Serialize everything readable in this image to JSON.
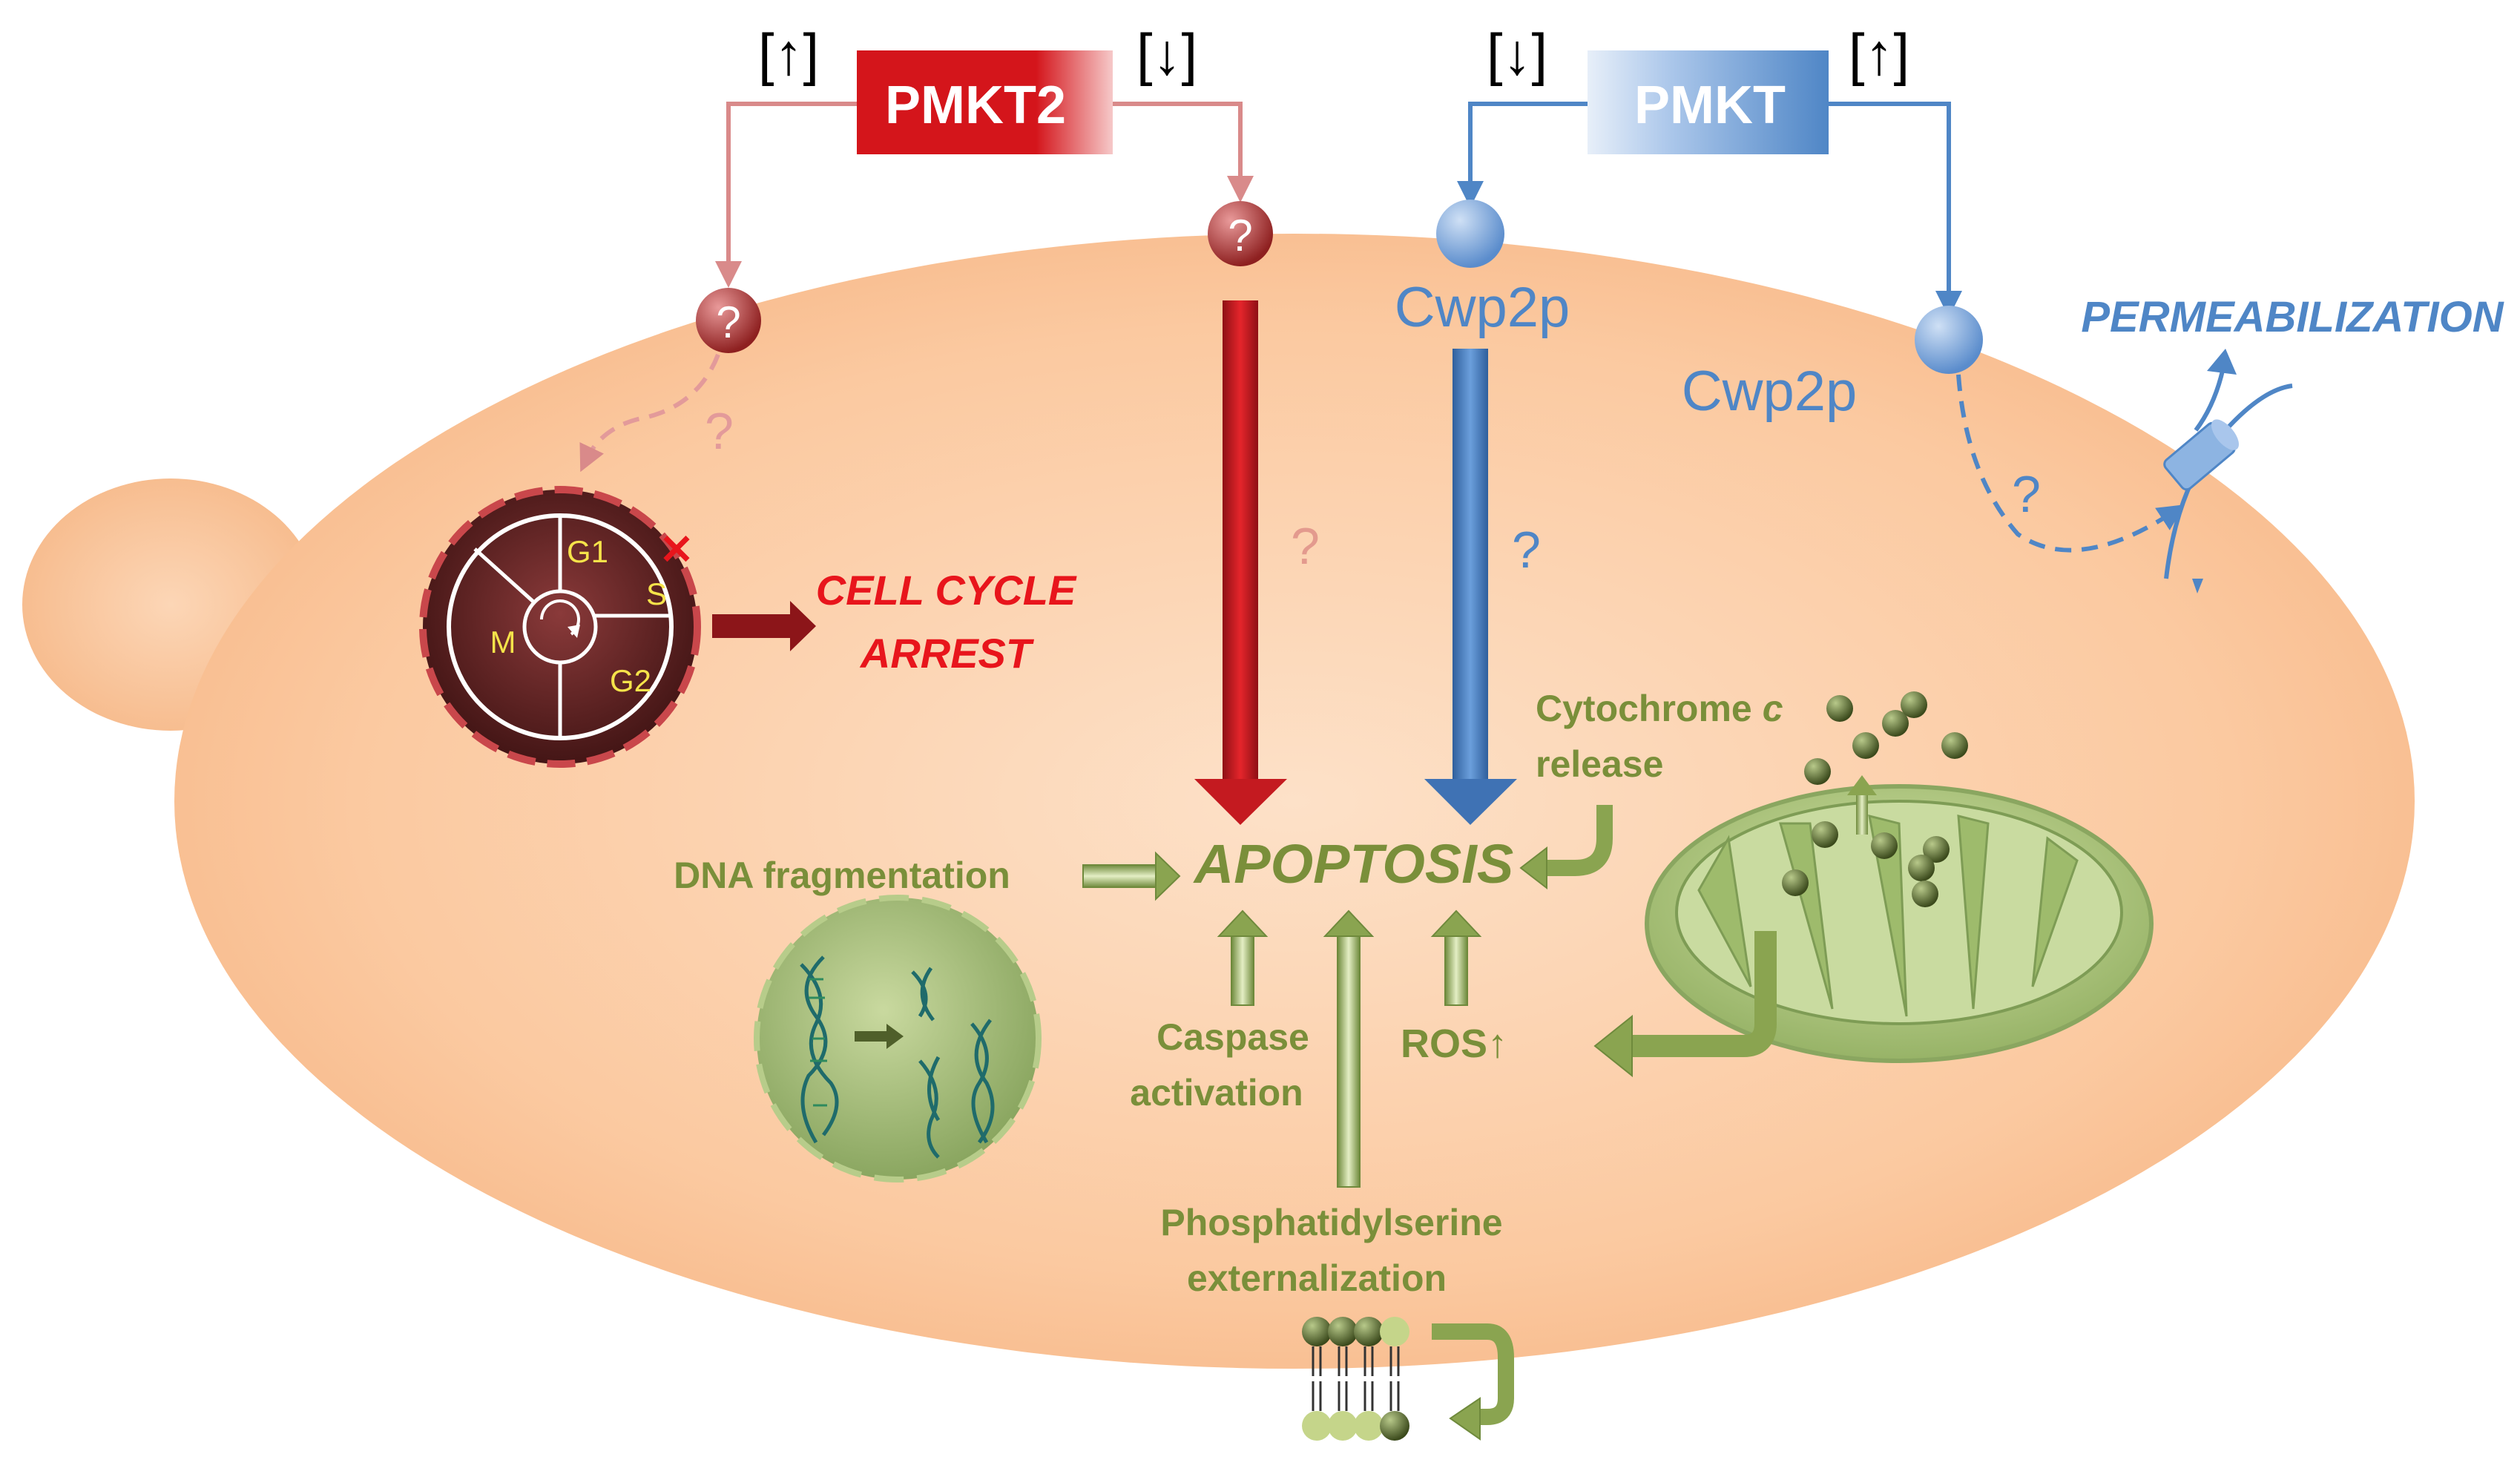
{
  "toxins": {
    "pmkt2": {
      "label": "PMKT2",
      "left_indicator": "[↑]",
      "right_indicator": "[↓]"
    },
    "pmkt": {
      "label": "PMKT",
      "left_indicator": "[↓]",
      "right_indicator": "[↑]"
    }
  },
  "receptors": {
    "unknown_mark": "?",
    "cwp2p_primary": "Cwp2p",
    "cwp2p_secondary": "Cwp2p"
  },
  "labels": {
    "cell_cycle_arrest_line1": "CELL CYCLE",
    "cell_cycle_arrest_line2": "ARREST",
    "permeabilization": "PERMEABILIZATION",
    "apoptosis": "APOPTOSIS",
    "dna_fragmentation": "DNA fragmentation",
    "caspase_line1": "Caspase",
    "caspase_line2": "activation",
    "ros": "ROS↑",
    "cytochrome_line1": "Cytochrome",
    "cytochrome_italic": "c",
    "cytochrome_line2": "release",
    "ps_line1": "Phosphatidylserine",
    "ps_line2": "externalization"
  },
  "cell_cycle": {
    "phases": [
      "G1",
      "S",
      "G2",
      "M"
    ],
    "block_mark": "✕"
  },
  "question_marks": {
    "pmkt2_path": "?",
    "pmkt2_cellcycle": "?",
    "pmkt_path": "?",
    "pmkt_permeabilization": "?"
  },
  "colors": {
    "pmkt2_red": "#d4151b",
    "pmkt_blue": "#4f86c6",
    "apoptosis_green": "#7a8f3a",
    "cell_fill": "#fcc8a0"
  }
}
